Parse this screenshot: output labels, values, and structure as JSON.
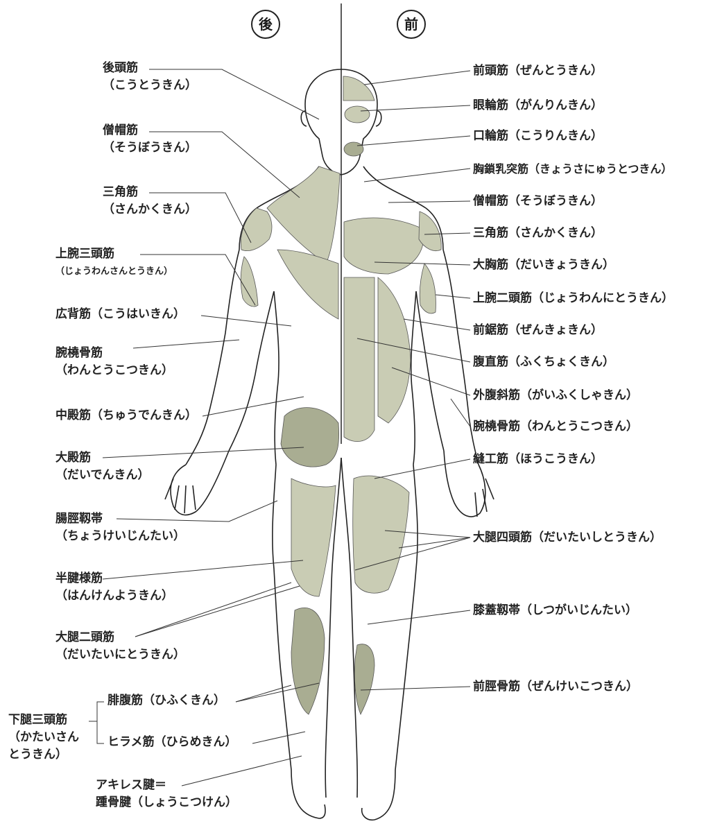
{
  "headers": {
    "back": "後",
    "front": "前"
  },
  "left_labels": [
    {
      "id": "koutoukin",
      "name": "後頭筋",
      "reading": "（こうとうきん）"
    },
    {
      "id": "soubou-back",
      "name": "僧帽筋",
      "reading": "（そうぼうきん）"
    },
    {
      "id": "sankaku-back",
      "name": "三角筋",
      "reading": "（さんかくきん）"
    },
    {
      "id": "jouwansantou",
      "name": "上腕三頭筋",
      "reading": "（じょうわんさんとうきん）"
    },
    {
      "id": "kouhai",
      "name": "広背筋（こうはいきん）",
      "reading": ""
    },
    {
      "id": "wantoukotsu-back",
      "name": "腕橈骨筋",
      "reading": "（わんとうこつきん）"
    },
    {
      "id": "chuuden",
      "name": "中殿筋（ちゅうでんきん）",
      "reading": ""
    },
    {
      "id": "daiden",
      "name": "大殿筋",
      "reading": "（だいでんきん）"
    },
    {
      "id": "choukei",
      "name": "腸脛靱帯",
      "reading": "（ちょうけいじんたい）"
    },
    {
      "id": "hanken",
      "name": "半腱様筋",
      "reading": "（はんけんようきん）"
    },
    {
      "id": "dainitou",
      "name": "大腿二頭筋",
      "reading": "（だいたいにとうきん）"
    },
    {
      "id": "hifuku",
      "name": "腓腹筋（ひふくきん）",
      "reading": ""
    },
    {
      "id": "hirame",
      "name": "ヒラメ筋（ひらめきん）",
      "reading": ""
    },
    {
      "id": "achilles",
      "name": "アキレス腱＝",
      "reading": "踵骨腱（しょうこつけん）"
    }
  ],
  "group_label": {
    "name": "下腿三頭筋",
    "reading_1": "（かたいさん",
    "reading_2": "とうきん）"
  },
  "right_labels": [
    {
      "id": "zentou",
      "text": "前頭筋（ぜんとうきん）"
    },
    {
      "id": "ganrin",
      "text": "眼輪筋（がんりんきん）"
    },
    {
      "id": "kourin",
      "text": "口輪筋（こうりんきん）"
    },
    {
      "id": "kyousa",
      "text": "胸鎖乳突筋（きょうさにゅうとつきん）"
    },
    {
      "id": "soubou-front",
      "text": "僧帽筋（そうぼうきん）"
    },
    {
      "id": "sankaku-front",
      "text": "三角筋（さんかくきん）"
    },
    {
      "id": "daikyou",
      "text": "大胸筋（だいきょうきん）"
    },
    {
      "id": "jouwannitou",
      "text": "上腕二頭筋（じょうわんにとうきん）"
    },
    {
      "id": "zenkyo",
      "text": "前鋸筋（ぜんきょきん）"
    },
    {
      "id": "fukuchoku",
      "text": "腹直筋（ふくちょくきん）"
    },
    {
      "id": "gaifuku",
      "text": "外腹斜筋（がいふくしゃきん）"
    },
    {
      "id": "wantoukotsu-front",
      "text": "腕橈骨筋（わんとうこつきん）"
    },
    {
      "id": "houkou",
      "text": "縫工筋（ほうこうきん）"
    },
    {
      "id": "daishitou",
      "text": "大腿四頭筋（だいたいしとうきん）"
    },
    {
      "id": "shitsugai",
      "text": "膝蓋靱帯（しつがいじんたい）"
    },
    {
      "id": "zenkei",
      "text": "前脛骨筋（ぜんけいこつきん）"
    }
  ],
  "colors": {
    "muscle_fill": "#c9ccb4",
    "muscle_dark": "#a9ad92",
    "ink": "#222222"
  }
}
